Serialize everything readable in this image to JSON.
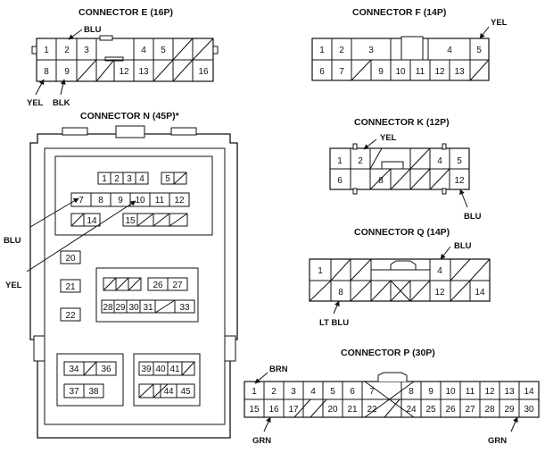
{
  "connectors": {
    "E": {
      "title": "CONNECTOR E (16P)",
      "top": [
        "1",
        "2",
        "3",
        "",
        "4",
        "5",
        "",
        ""
      ],
      "bottom": [
        "8",
        "9",
        "",
        "",
        "12",
        "13",
        "",
        "16"
      ],
      "wires": {
        "blu": "BLU",
        "yel": "YEL",
        "blk": "BLK"
      }
    },
    "F": {
      "title": "CONNECTOR F (14P)",
      "top": [
        "1",
        "2",
        "3",
        "",
        "4",
        "5"
      ],
      "bottom": [
        "6",
        "7",
        "",
        "9",
        "10",
        "11",
        "12",
        "13",
        ""
      ],
      "wires": {
        "yel": "YEL"
      }
    },
    "N": {
      "title": "CONNECTOR N (45P)*",
      "row_a": [
        "1",
        "2",
        "3",
        "4",
        "",
        "5",
        ""
      ],
      "row_b": [
        "7",
        "8",
        "9",
        "10",
        "11",
        "12"
      ],
      "row_c": [
        "",
        "14",
        "",
        "15",
        "",
        ""
      ],
      "left_col": [
        "20",
        "21",
        "22"
      ],
      "mid_a": [
        "",
        "",
        "",
        "",
        "26",
        "27"
      ],
      "mid_b": [
        "28",
        "29",
        "30",
        "31",
        "",
        "33"
      ],
      "bot_l_a": [
        "34",
        "",
        "36"
      ],
      "bot_l_b": [
        "37",
        "38"
      ],
      "bot_r_a": [
        "39",
        "40",
        "41",
        ""
      ],
      "bot_r_b": [
        "",
        "",
        "44",
        "45"
      ],
      "wires": {
        "blu": "BLU",
        "yel": "YEL"
      }
    },
    "K": {
      "title": "CONNECTOR K (12P)",
      "top": [
        "1",
        "2",
        "",
        "",
        "4",
        "5"
      ],
      "bottom": [
        "6",
        "",
        "8",
        "",
        "",
        "12"
      ],
      "wires": {
        "yel": "YEL",
        "blu": "BLU"
      }
    },
    "Q": {
      "title": "CONNECTOR Q (14P)",
      "top": [
        "1",
        "",
        "",
        "4",
        ""
      ],
      "bottom": [
        "",
        "8",
        "",
        "",
        "12",
        "14"
      ],
      "wires": {
        "blu": "BLU",
        "ltblu": "LT BLU"
      }
    },
    "P": {
      "title": "CONNECTOR P (30P)",
      "top": [
        "1",
        "2",
        "3",
        "4",
        "5",
        "6",
        "7",
        "",
        "8",
        "9",
        "10",
        "11",
        "12",
        "13",
        "14"
      ],
      "bottom": [
        "15",
        "16",
        "17",
        "",
        "20",
        "21",
        "22",
        "",
        "24",
        "25",
        "26",
        "27",
        "28",
        "29",
        "30"
      ],
      "wires": {
        "brn": "BRN",
        "grn_left": "GRN",
        "grn_right": "GRN"
      }
    }
  }
}
